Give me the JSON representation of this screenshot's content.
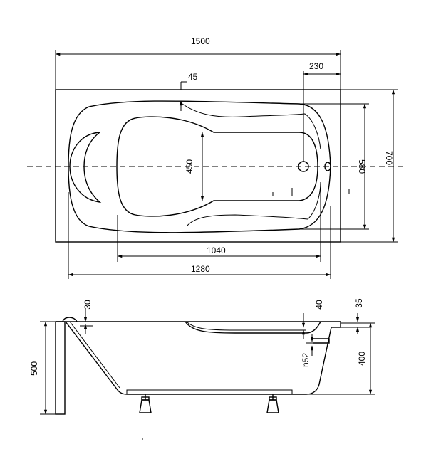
{
  "dimensions": {
    "total_length": "1500",
    "drain_offset": "230",
    "rim_width": "45",
    "inner_width": "450",
    "bowl_width": "580",
    "total_width": "700",
    "bottom_length": "1040",
    "inner_length": "1280",
    "rim_thickness": "30",
    "drain_height": "40",
    "overflow_offset": "35",
    "drain_diameter": "n52",
    "bath_height": "400",
    "panel_height": "500"
  }
}
